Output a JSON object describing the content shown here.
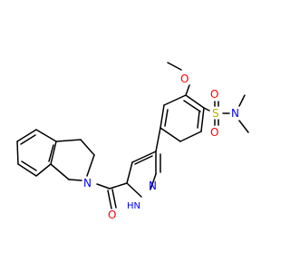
{
  "molecule": {
    "atoms": {
      "methoxy_oxygen": "O",
      "sulfur": "S",
      "sulfonyl_oxygen_left": "O",
      "sulfonyl_oxygen_bottom": "O",
      "sulfonamide_nitrogen": "N",
      "isoquinoline_nitrogen": "N",
      "carbonyl_oxygen": "O",
      "pyrazole_nitrogen": "N",
      "pyrazole_nh": "HN"
    },
    "colors": {
      "oxygen": "#ff0000",
      "nitrogen": "#0000ff",
      "sulfur": "#b2b200",
      "bond": "#000000"
    }
  }
}
